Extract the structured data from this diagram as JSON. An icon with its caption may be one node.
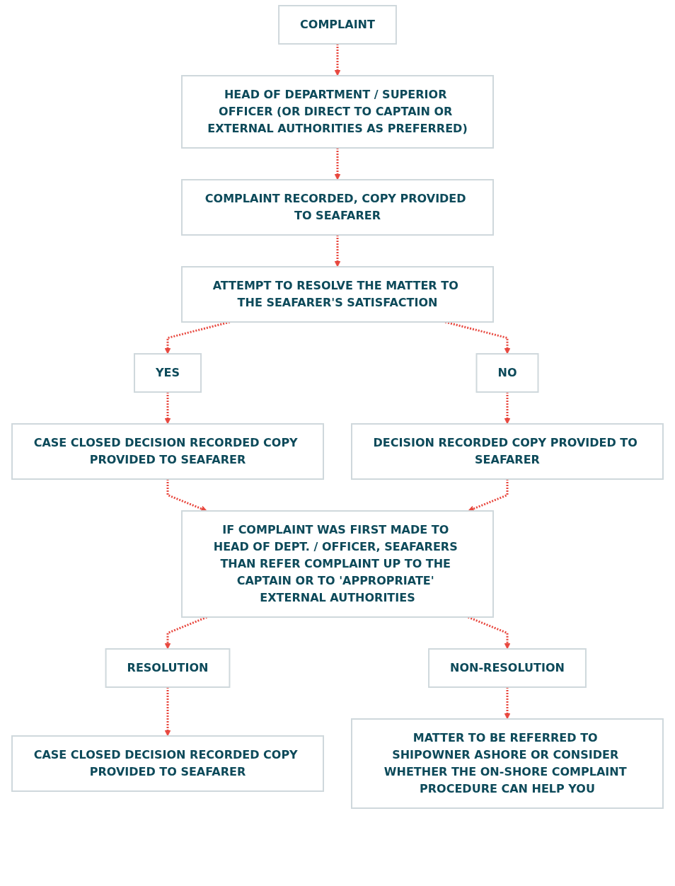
{
  "diagram": {
    "nodes": [
      {
        "text": [
          "COMPLAINT"
        ]
      },
      {
        "text": [
          "HEAD OF DEPARTMENT / SUPERIOR OFFICER (OR DIRECT TO CAPTAIN OR EXTERNAL AUTHORITIES AS PREFERRED)"
        ]
      },
      {
        "text": [
          "COMPLAINT RECORDED, COPY PROVIDED TO SEAFARER"
        ]
      },
      {
        "text": [
          "ATTEMPT TO RESOLVE THE MATTER TO THE SEAFARER'S SATISFACTION"
        ]
      },
      {
        "text": [
          "YES"
        ]
      },
      {
        "text": [
          "NO"
        ]
      },
      {
        "text": [
          "CASE CLOSED DECISION RECORDED COPY PROVIDED TO SEAFARER"
        ]
      },
      {
        "text": [
          "DECISION RECORDED COPY PROVIDED TO SEAFARER"
        ]
      },
      {
        "text": [
          "IF COMPLAINT WAS FIRST MADE TO HEAD OF DEPT. / OFFICER, SEAFARERS THAN REFER COMPLAINT UP TO THE CAPTAIN OR TO 'APPROPRIATE' EXTERNAL AUTHORITIES"
        ]
      },
      {
        "text": [
          "RESOLUTION"
        ]
      },
      {
        "text": [
          "NON-RESOLUTION"
        ]
      },
      {
        "text": [
          "CASE CLOSED DECISION RECORDED COPY PROVIDED TO SEAFARER"
        ]
      },
      {
        "text": [
          "MATTER TO BE REFERRED TO SHIPOWNER ASHORE OR CONSIDER WHETHER THE ON-SHORE COMPLAINT PROCEDURE CAN HELP YOU"
        ]
      }
    ],
    "edges": [
      {
        "from": 0,
        "to": 1,
        "arrow": "to",
        "style": "dashed"
      },
      {
        "from": 1,
        "to": 2,
        "arrow": "to",
        "style": "dashed"
      },
      {
        "from": 2,
        "to": 3,
        "arrow": "to",
        "style": "dashed"
      },
      {
        "from": 3,
        "to": 4,
        "arrow": "to",
        "style": "dashed"
      },
      {
        "from": 3,
        "to": 5,
        "arrow": "to",
        "style": "dashed"
      },
      {
        "from": 4,
        "to": 6,
        "arrow": "to",
        "style": "dashed"
      },
      {
        "from": 5,
        "to": 7,
        "arrow": "to",
        "style": "dashed"
      },
      {
        "from": 6,
        "to": 8,
        "arrow": "to",
        "style": "dashed"
      },
      {
        "from": 7,
        "to": 8,
        "arrow": "to",
        "style": "dashed"
      },
      {
        "from": 8,
        "to": 9,
        "arrow": "to",
        "style": "dashed"
      },
      {
        "from": 8,
        "to": 10,
        "arrow": "to",
        "style": "dashed"
      },
      {
        "from": 9,
        "to": 11,
        "arrow": "to",
        "style": "dashed"
      },
      {
        "from": 10,
        "to": 12,
        "arrow": "to",
        "style": "dashed"
      }
    ]
  }
}
